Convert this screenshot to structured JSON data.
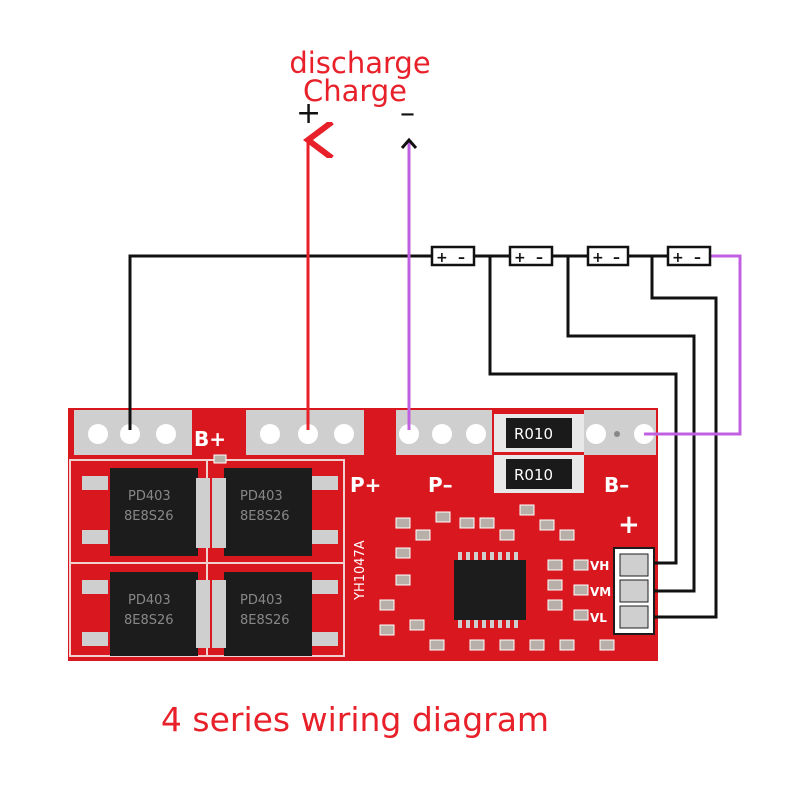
{
  "labels": {
    "discharge": "discharge",
    "charge": "Charge",
    "plus": "+",
    "minus": "–",
    "caption": "4 series wiring diagram"
  },
  "board": {
    "pad_labels": {
      "b_plus_top": "B+",
      "p_plus": "P+",
      "p_minus": "P–",
      "b_minus": "B–",
      "plus_mark": "+"
    },
    "resistors": [
      "R010",
      "R010"
    ],
    "mosfet_marking": [
      "PD403",
      "8E8S26"
    ],
    "side_labels": [
      "VH",
      "VM",
      "VL"
    ],
    "model_text": "YH1047A"
  },
  "cells": [
    {
      "plus": "+",
      "minus": "–"
    },
    {
      "plus": "+",
      "minus": "–"
    },
    {
      "plus": "+",
      "minus": "–"
    },
    {
      "plus": "+",
      "minus": "–"
    }
  ],
  "colors": {
    "wire_black": "#111111",
    "wire_red": "#e8202a",
    "wire_purple": "#c060e0",
    "board_red": "#d8171f",
    "pad_silver": "#cfcfcf"
  }
}
